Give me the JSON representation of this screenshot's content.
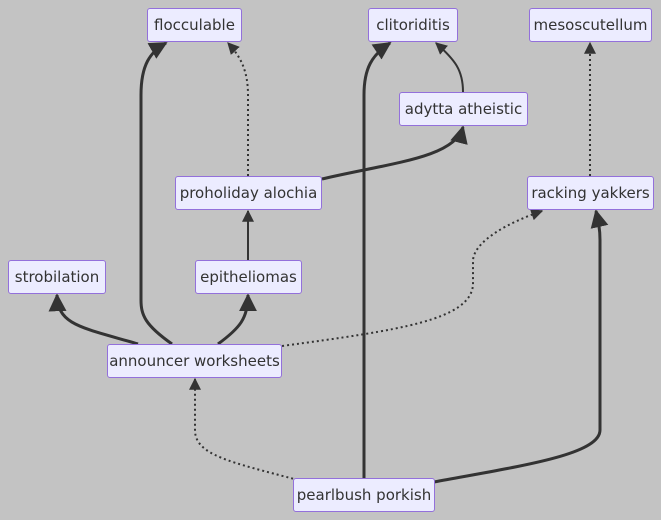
{
  "nodes": {
    "flocculable": "flocculable",
    "clitoriditis": "clitoriditis",
    "mesoscutellum": "mesoscutellum",
    "adytta_atheistic": "adytta atheistic",
    "proholiday_alochia": "proholiday alochia",
    "racking_yakkers": "racking yakkers",
    "strobilation": "strobilation",
    "epitheliomas": "epitheliomas",
    "announcer_worksheets": "announcer worksheets",
    "pearlbush_porkish": "pearlbush porkish"
  },
  "colors": {
    "background": "#c3c3c3",
    "node_fill": "#ececff",
    "node_border": "#9370db",
    "edge": "#333333",
    "text": "#333333"
  },
  "edges": [
    {
      "from": "announcer_worksheets",
      "to": "flocculable",
      "style": "thick"
    },
    {
      "from": "proholiday_alochia",
      "to": "flocculable",
      "style": "dotted"
    },
    {
      "from": "pearlbush_porkish",
      "to": "clitoriditis",
      "style": "thick"
    },
    {
      "from": "adytta_atheistic",
      "to": "clitoriditis",
      "style": "normal"
    },
    {
      "from": "proholiday_alochia",
      "to": "adytta_atheistic",
      "style": "thick"
    },
    {
      "from": "racking_yakkers",
      "to": "mesoscutellum",
      "style": "dotted"
    },
    {
      "from": "epitheliomas",
      "to": "proholiday_alochia",
      "style": "normal"
    },
    {
      "from": "announcer_worksheets",
      "to": "racking_yakkers",
      "style": "dotted"
    },
    {
      "from": "pearlbush_porkish",
      "to": "racking_yakkers",
      "style": "thick"
    },
    {
      "from": "announcer_worksheets",
      "to": "strobilation",
      "style": "thick"
    },
    {
      "from": "announcer_worksheets",
      "to": "epitheliomas",
      "style": "thick"
    },
    {
      "from": "pearlbush_porkish",
      "to": "announcer_worksheets",
      "style": "dotted"
    }
  ]
}
